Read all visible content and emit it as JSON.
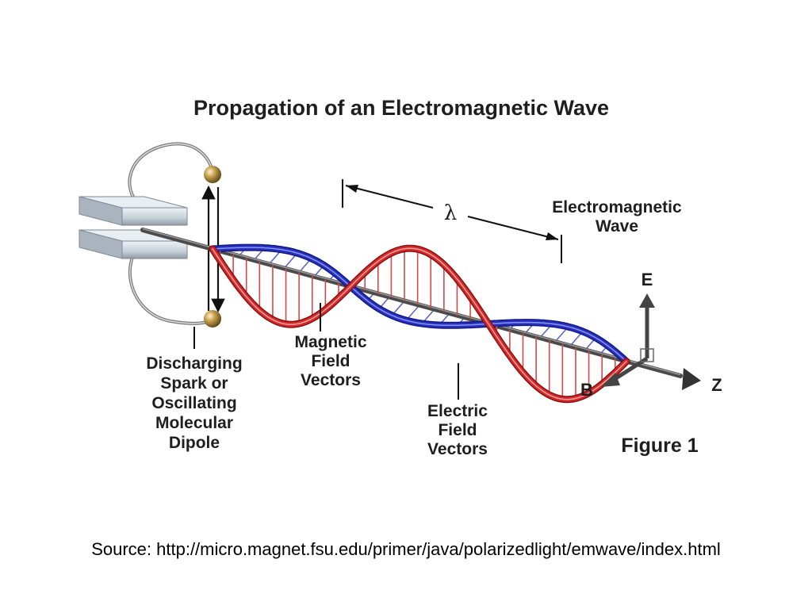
{
  "title": "Propagation of an Electromagnetic Wave",
  "labels": {
    "em_wave_line1": "Electromagnetic",
    "em_wave_line2": "Wave",
    "lambda": "λ",
    "e_axis": "E",
    "b_axis": "B",
    "z_axis": "Z",
    "magnetic": [
      "Magnetic",
      "Field",
      "Vectors"
    ],
    "electric": [
      "Electric",
      "Field",
      "Vectors"
    ],
    "dipole": [
      "Discharging",
      "Spark or",
      "Oscillating",
      "Molecular",
      "Dipole"
    ],
    "figure": "Figure 1"
  },
  "source": "Source: http://micro.magnet.fsu.edu/primer/java/polarizedlight/emwave/index.html",
  "colors": {
    "electric_wave": "#d42a2a",
    "magnetic_wave": "#2630c0",
    "axis_rod": "#4a4a4a",
    "plate": "#c9d3dc",
    "sphere": "#b8923e"
  }
}
